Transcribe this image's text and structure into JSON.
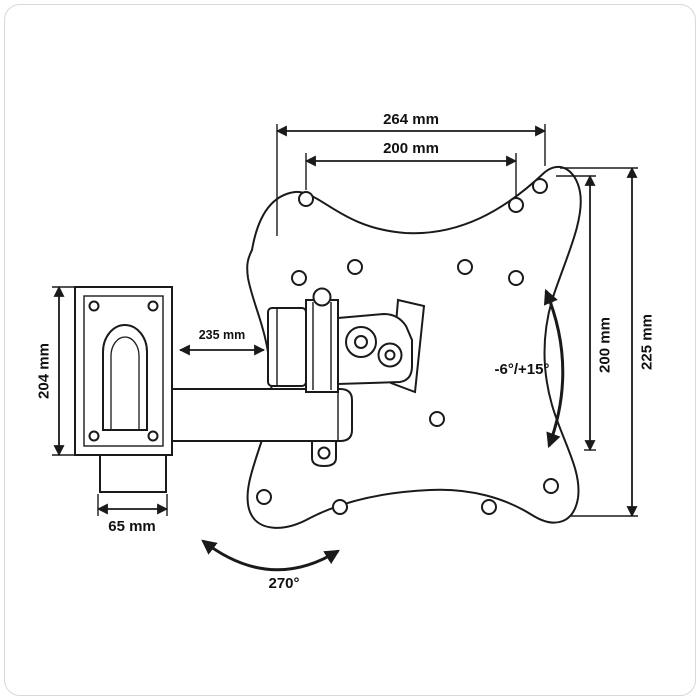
{
  "labels": {
    "dim_top_outer": "264 mm",
    "dim_top_inner": "200 mm",
    "dim_right_inner": "200 mm",
    "dim_right_outer": "225 mm",
    "dim_arm": "235 mm",
    "dim_bracket_height": "204 mm",
    "dim_bracket_width": "65 mm",
    "angle_tilt": "-6°/+15°",
    "angle_swivel": "270°"
  },
  "colors": {
    "line": "#1a1a1a",
    "background": "#ffffff",
    "frame_border": "#d8d8d8"
  }
}
